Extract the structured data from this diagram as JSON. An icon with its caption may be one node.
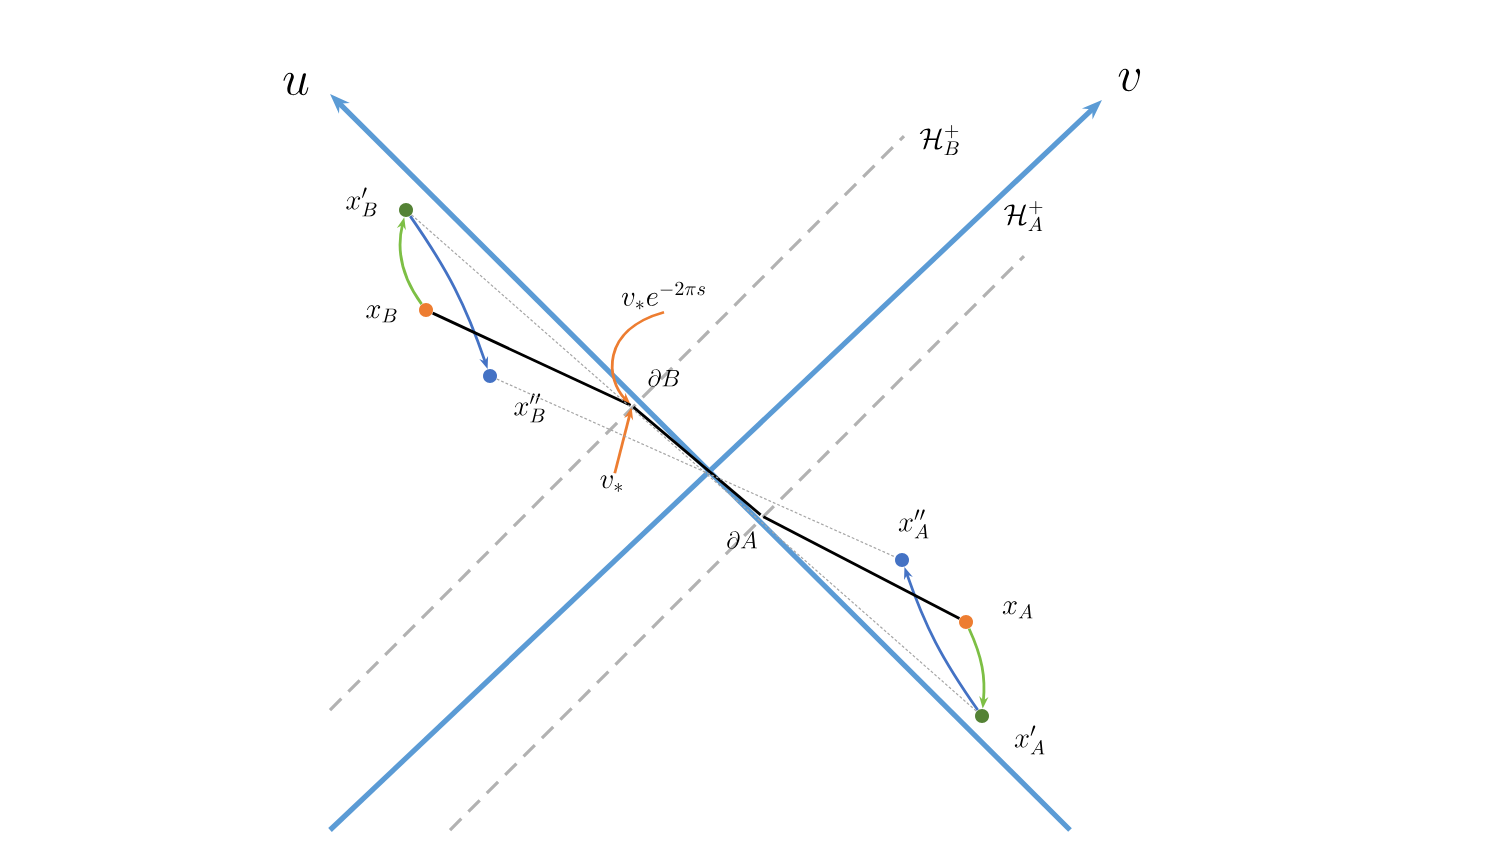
{
  "diagram": {
    "nodes": [
      {
        "text": [
          "x_B"
        ]
      },
      {
        "text": [
          "x'_B"
        ]
      },
      {
        "text": [
          "x''_B"
        ]
      },
      {
        "text": [
          "x_A"
        ]
      },
      {
        "text": [
          "x'_A"
        ]
      },
      {
        "text": [
          "x''_A"
        ]
      },
      {
        "text": [
          "\\partial B"
        ]
      },
      {
        "text": [
          "v_*"
        ]
      },
      {
        "text": [
          "v_* e^{-2\\pi s}"
        ]
      },
      {
        "text": [
          "\\partial A"
        ]
      }
    ],
    "edges": [
      {
        "from": 0,
        "to": 1,
        "arrow": "to",
        "color": "#7dbf45"
      },
      {
        "from": 1,
        "to": 2,
        "arrow": "to",
        "color": "#4472c4"
      },
      {
        "from": 3,
        "to": 4,
        "arrow": "to",
        "color": "#7dbf45"
      },
      {
        "from": 4,
        "to": 5,
        "arrow": "to",
        "color": "#4472c4"
      },
      {
        "from": 7,
        "to": 6,
        "arrow": "to",
        "color": "#ed7d31"
      },
      {
        "from": 8,
        "to": 6,
        "arrow": "to",
        "color": "#ed7d31"
      },
      {
        "from": 0,
        "to": 6,
        "arrow": "none"
      },
      {
        "from": 6,
        "to": 9,
        "arrow": "none"
      },
      {
        "from": 9,
        "to": 3,
        "arrow": "none"
      },
      {
        "from": 1,
        "to": 4,
        "arrow": "none",
        "style": "dashed",
        "color": "#a6a6a6"
      },
      {
        "from": 2,
        "to": 5,
        "arrow": "none",
        "style": "dashed",
        "color": "#a6a6a6"
      }
    ],
    "labels": [
      "u",
      "v",
      "\\mathcal{H}^+_B",
      "\\mathcal{H}^+_A"
    ]
  }
}
